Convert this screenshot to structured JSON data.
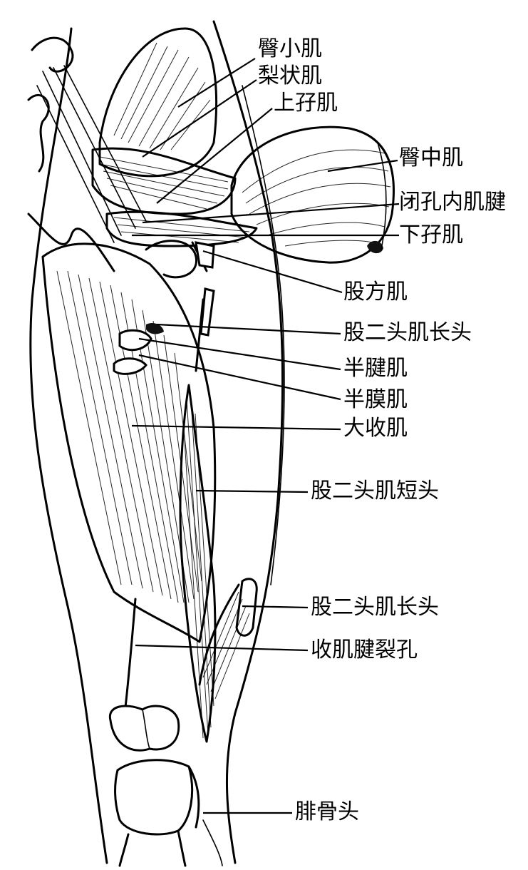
{
  "labels": {
    "gluteus_minimus": "臀小肌",
    "piriformis": "梨状肌",
    "gemellus_superior": "上孖肌",
    "gluteus_medius": "臀中肌",
    "obturator_internus_tendon": "闭孔内肌腱",
    "gemellus_inferior": "下孖肌",
    "quadratus_femoris": "股方肌",
    "biceps_long_head_upper": "股二头肌长头",
    "semitendinosus": "半腱肌",
    "semimembranosus": "半膜肌",
    "adductor_magnus": "大收肌",
    "biceps_short_head": "股二头肌短头",
    "biceps_long_head_lower": "股二头肌长头",
    "adductor_hiatus": "收肌腱裂孔",
    "fibula_head": "腓骨头"
  },
  "colors": {
    "ink": "#000000",
    "paper": "#ffffff"
  }
}
